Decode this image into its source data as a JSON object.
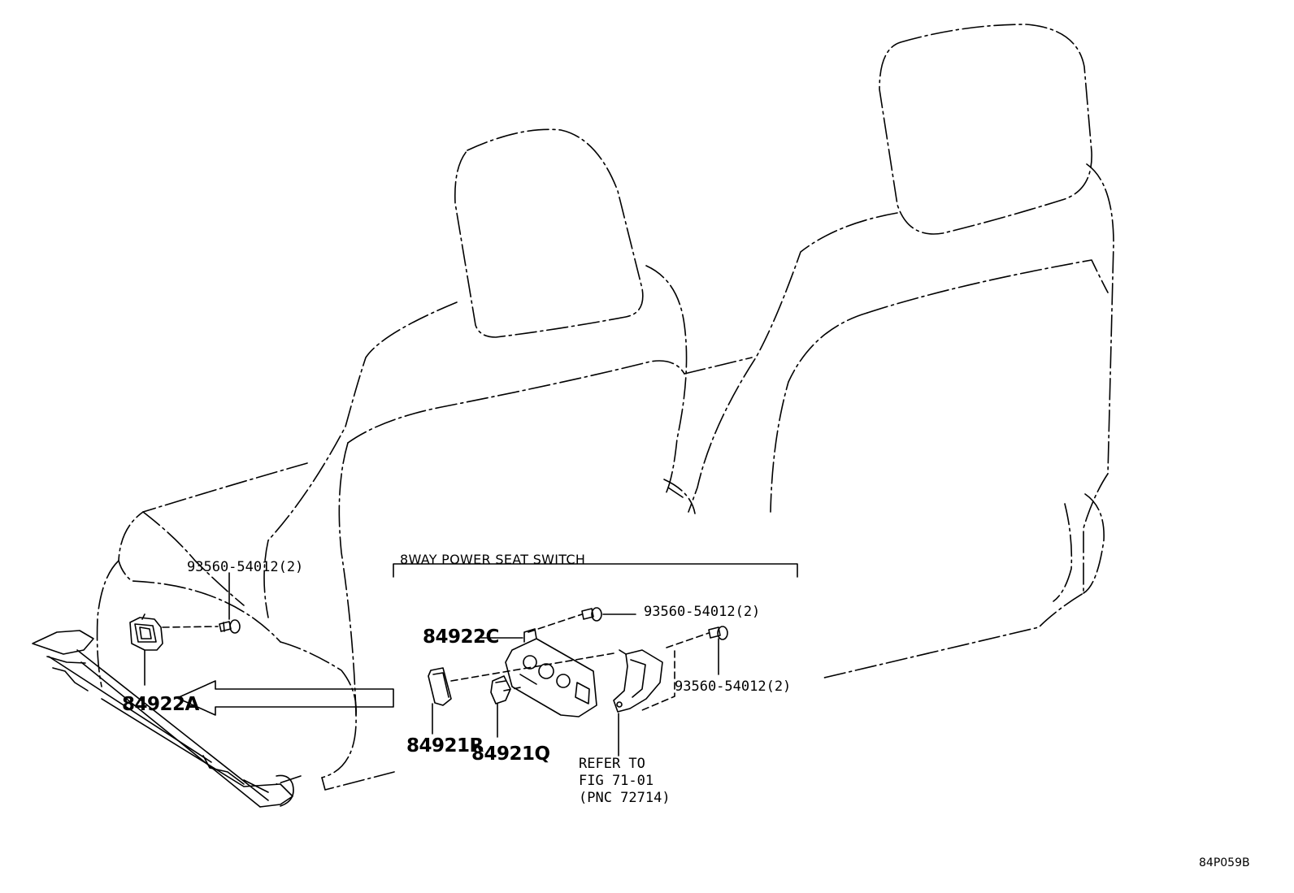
{
  "inset": {
    "title": "8WAY POWER SEAT SWITCH"
  },
  "callouts": {
    "screw_seat_side": "93560-54012(2)",
    "switch_assy_seat": "84922A",
    "switch_assy_inset": "84922C",
    "screw_inset_top": "93560-54012(2)",
    "screw_inset_right": "93560-54012(2)",
    "knob_r": "84921R",
    "knob_q": "84921Q"
  },
  "reference": {
    "line1": "REFER TO",
    "line2": "FIG 71-01",
    "line3": "(PNC 72714)"
  },
  "figure_id": "84P059B",
  "colors": {
    "line": "#000000",
    "background": "#ffffff"
  }
}
